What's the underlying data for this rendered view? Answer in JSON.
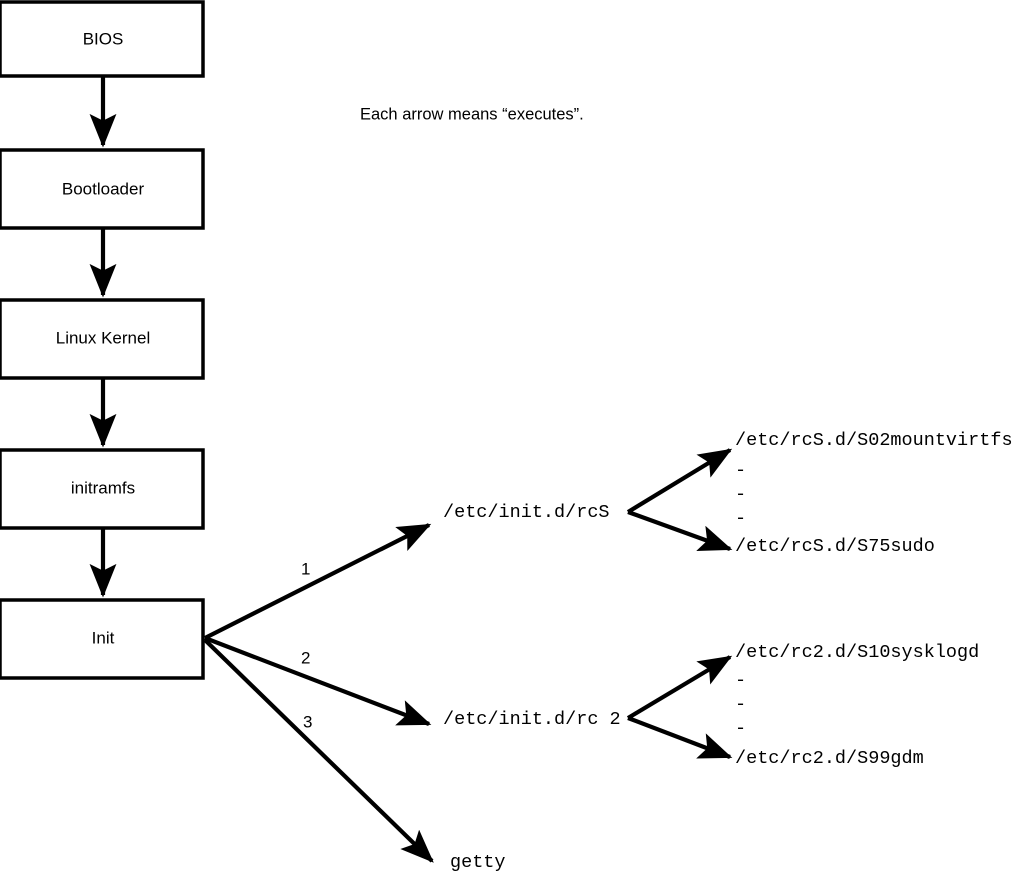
{
  "diagram": {
    "caption": "Each arrow means “executes”.",
    "boot_chain": [
      {
        "id": "bios",
        "label": "BIOS"
      },
      {
        "id": "bootloader",
        "label": "Bootloader"
      },
      {
        "id": "kernel",
        "label": "Linux Kernel"
      },
      {
        "id": "initramfs",
        "label": "initramfs"
      },
      {
        "id": "init",
        "label": "Init"
      }
    ],
    "init_branches": [
      {
        "number": "1",
        "target": "/etc/init.d/rcS"
      },
      {
        "number": "2",
        "target": "/etc/init.d/rc 2"
      },
      {
        "number": "3",
        "target": "getty"
      }
    ],
    "rcs_scripts": {
      "first": "/etc/rcS.d/S02mountvirtfs",
      "ellipsis": [
        "-",
        "-",
        "-"
      ],
      "last": "/etc/rcS.d/S75sudo"
    },
    "rc2_scripts": {
      "first": "/etc/rc2.d/S10sysklogd",
      "ellipsis": [
        "-",
        "-",
        "-"
      ],
      "last": "/etc/rc2.d/S99gdm"
    }
  }
}
